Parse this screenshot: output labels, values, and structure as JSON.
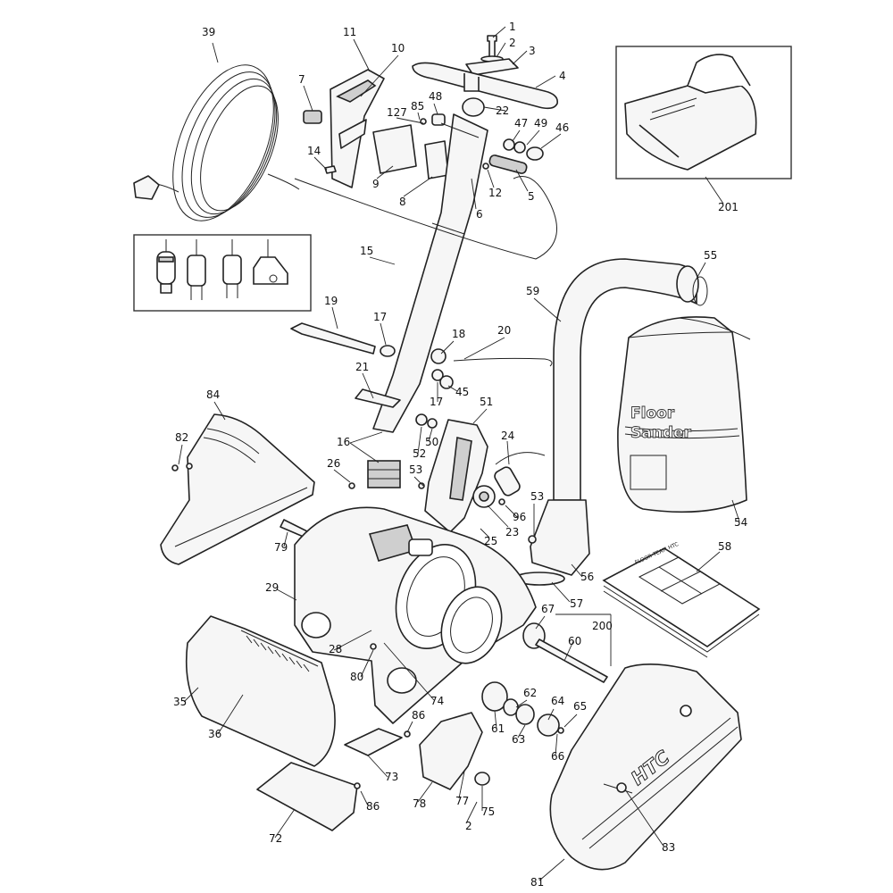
{
  "diagram": {
    "bag_label_line1": "Floor",
    "bag_label_line2": "Sander",
    "cover_logo": "HTC",
    "manual_title": "FLOOR TEAM HTC",
    "part_numbers": {
      "p1": "1",
      "p2": "2",
      "p3": "3",
      "p4": "4",
      "p5": "5",
      "p6": "6",
      "p7": "7",
      "p8": "8",
      "p9": "9",
      "p11": "11",
      "p10": "10",
      "p12": "12",
      "p14": "14",
      "p15": "15",
      "p16": "16",
      "p17a": "17",
      "p17b": "17",
      "p18": "18",
      "p19": "19",
      "p20": "20",
      "p21": "21",
      "p22": "22",
      "p23": "23",
      "p24": "24",
      "p25": "25",
      "p26": "26",
      "p28": "28",
      "p29": "29",
      "p35": "35",
      "p36": "36",
      "p39": "39",
      "p45": "45",
      "p46": "46",
      "p47": "47",
      "p48": "48",
      "p49": "49",
      "p50": "50",
      "p51": "51",
      "p52": "52",
      "p53a": "53",
      "p53b": "53",
      "p54": "54",
      "p55": "55",
      "p56": "56",
      "p57": "57",
      "p58": "58",
      "p59": "59",
      "p60": "60",
      "p61": "61",
      "p62": "62",
      "p63": "63",
      "p64": "64",
      "p65": "65",
      "p66": "66",
      "p67": "67",
      "p72": "72",
      "p73": "73",
      "p74": "74",
      "p75": "75",
      "p77": "77",
      "p78": "78",
      "p79": "79",
      "p80": "80",
      "p81": "81",
      "p82": "82",
      "p83": "83",
      "p84": "84",
      "p85": "85",
      "p86a": "86",
      "p86b": "86",
      "p96": "96",
      "p127": "127",
      "p200": "200",
      "p201": "201",
      "p2b": "2"
    }
  }
}
